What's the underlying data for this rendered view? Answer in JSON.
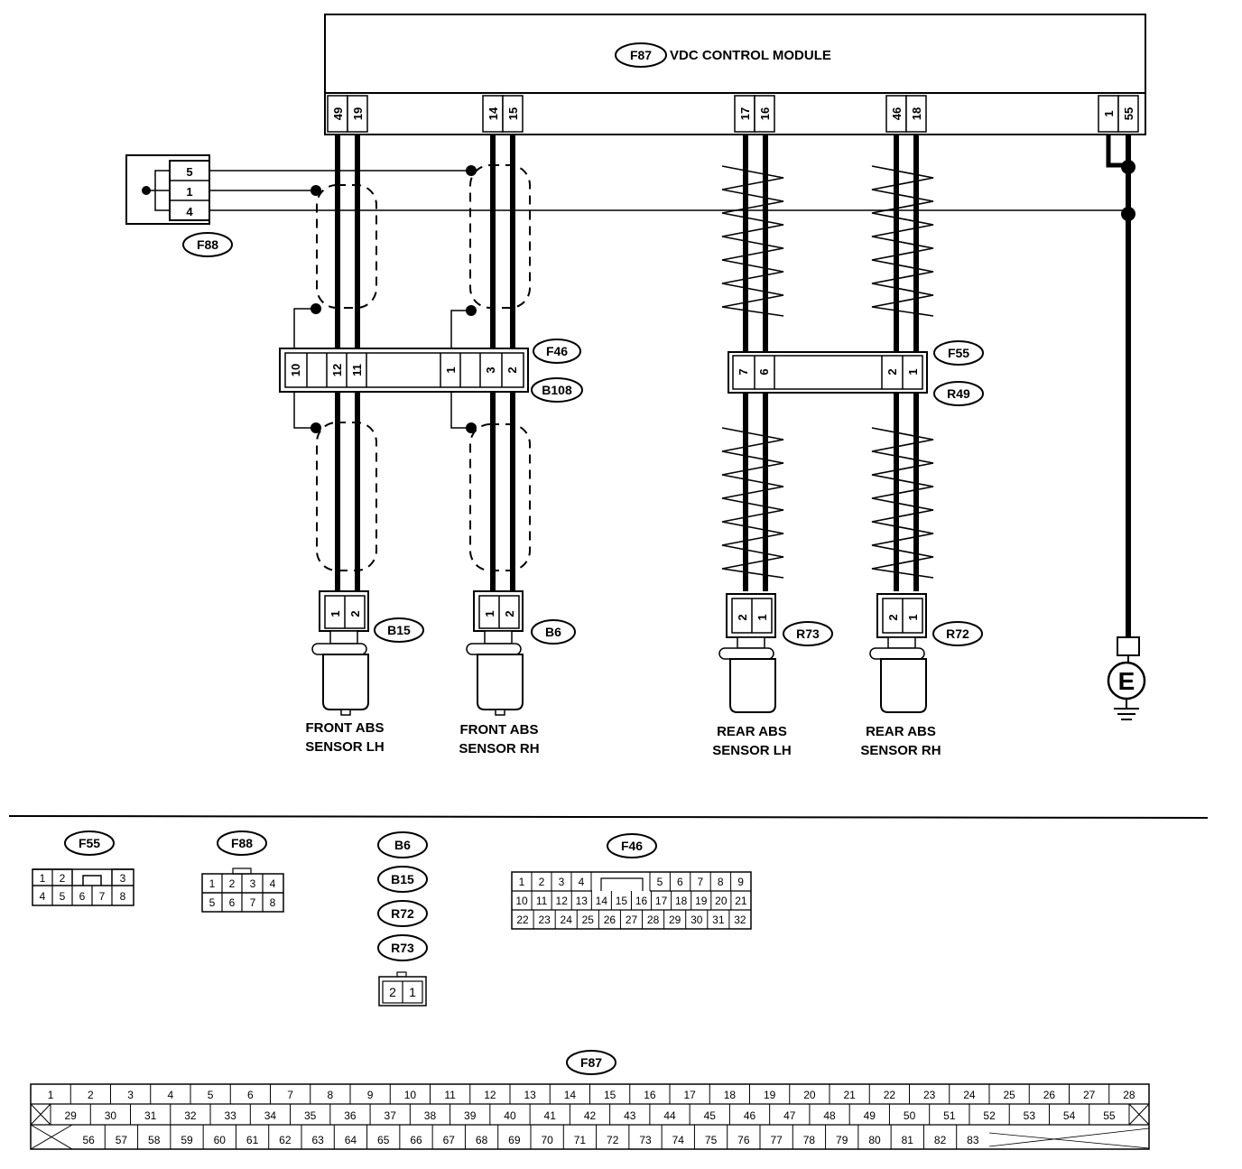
{
  "module": {
    "connector": "F87",
    "label": "VDC CONTROL MODULE",
    "pins": [
      "49",
      "19",
      "14",
      "15",
      "17",
      "16",
      "46",
      "18",
      "1",
      "55"
    ]
  },
  "connectors": {
    "f88": {
      "tag": "F88",
      "pins": [
        "5",
        "1",
        "4"
      ]
    },
    "f46_top": {
      "tag": "F46"
    },
    "b108": {
      "tag": "B108",
      "pins": [
        "10",
        "12",
        "11",
        "1",
        "3",
        "2"
      ]
    },
    "f55_top": {
      "tag": "F55"
    },
    "r49": {
      "tag": "R49",
      "pins": [
        "7",
        "6",
        "2",
        "1"
      ]
    },
    "b15": {
      "tag": "B15",
      "pins": [
        "1",
        "2"
      ]
    },
    "b6": {
      "tag": "B6",
      "pins": [
        "1",
        "2"
      ]
    },
    "r73": {
      "tag": "R73",
      "pins": [
        "2",
        "1"
      ]
    },
    "r72": {
      "tag": "R72",
      "pins": [
        "2",
        "1"
      ]
    }
  },
  "sensors": {
    "front_lh": {
      "line1": "FRONT ABS",
      "line2": "SENSOR LH"
    },
    "front_rh": {
      "line1": "FRONT ABS",
      "line2": "SENSOR RH"
    },
    "rear_lh": {
      "line1": "REAR ABS",
      "line2": "SENSOR LH"
    },
    "rear_rh": {
      "line1": "REAR ABS",
      "line2": "SENSOR RH"
    }
  },
  "ground": {
    "symbol": "E"
  },
  "legend": {
    "f55": {
      "tag": "F55",
      "row1": [
        "1",
        "2",
        "3"
      ],
      "row2": [
        "4",
        "5",
        "6",
        "7",
        "8"
      ]
    },
    "f88": {
      "tag": "F88",
      "row1": [
        "1",
        "2",
        "3",
        "4"
      ],
      "row2": [
        "5",
        "6",
        "7",
        "8"
      ]
    },
    "group": {
      "tags": [
        "B6",
        "B15",
        "R72",
        "R73"
      ],
      "pins": [
        "2",
        "1"
      ]
    },
    "f46": {
      "tag": "F46",
      "row1": [
        "1",
        "2",
        "3",
        "4",
        "5",
        "6",
        "7",
        "8",
        "9"
      ],
      "row2": [
        "10",
        "11",
        "12",
        "13",
        "14",
        "15",
        "16",
        "17",
        "18",
        "19",
        "20",
        "21"
      ],
      "row3": [
        "22",
        "23",
        "24",
        "25",
        "26",
        "27",
        "28",
        "29",
        "30",
        "31",
        "32"
      ]
    },
    "f87": {
      "tag": "F87",
      "row1": [
        "1",
        "2",
        "3",
        "4",
        "5",
        "6",
        "7",
        "8",
        "9",
        "10",
        "11",
        "12",
        "13",
        "14",
        "15",
        "16",
        "17",
        "18",
        "19",
        "20",
        "21",
        "22",
        "23",
        "24",
        "25",
        "26",
        "27",
        "28"
      ],
      "row2": [
        "29",
        "30",
        "31",
        "32",
        "33",
        "34",
        "35",
        "36",
        "37",
        "38",
        "39",
        "40",
        "41",
        "42",
        "43",
        "44",
        "45",
        "46",
        "47",
        "48",
        "49",
        "50",
        "51",
        "52",
        "53",
        "54",
        "55"
      ],
      "row3": [
        "56",
        "57",
        "58",
        "59",
        "60",
        "61",
        "62",
        "63",
        "64",
        "65",
        "66",
        "67",
        "68",
        "69",
        "70",
        "71",
        "72",
        "73",
        "74",
        "75",
        "76",
        "77",
        "78",
        "79",
        "80",
        "81",
        "82",
        "83"
      ]
    }
  }
}
